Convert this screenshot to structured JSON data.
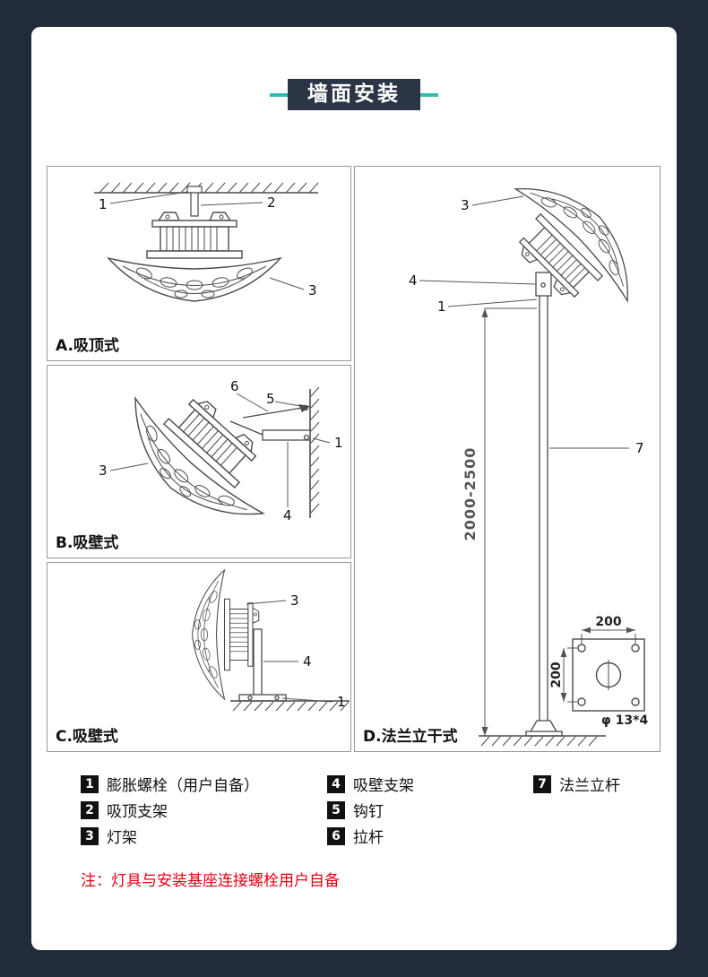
{
  "page": {
    "title": "墙面安装",
    "note": "注：灯具与安装基座连接螺栓用户自备"
  },
  "colors": {
    "background": "#212b3a",
    "card": "#ffffff",
    "title_badge": "#2b3545",
    "accent_teal": "#2fbfae",
    "note_red": "#e60012",
    "drawing_line": "#4a4a4a"
  },
  "panels": {
    "A": {
      "caption": "A.吸顶式",
      "callouts": {
        "c1": "1",
        "c2": "2",
        "c3": "3"
      }
    },
    "B": {
      "caption": "B.吸壁式",
      "callouts": {
        "c6": "6",
        "c5": "5",
        "c1": "1",
        "c3": "3",
        "c4": "4"
      }
    },
    "C": {
      "caption": "C.吸壁式",
      "callouts": {
        "c3": "3",
        "c4": "4",
        "c1": "1"
      }
    },
    "D": {
      "caption": "D.法兰立干式",
      "callouts": {
        "c3": "3",
        "c4": "4",
        "c1": "1",
        "c7": "7"
      },
      "dims": {
        "pole_height": "2000-2500",
        "base_width": "200",
        "base_depth": "200",
        "holes": "φ 13*4"
      }
    }
  },
  "legend": [
    {
      "num": "1",
      "label": "膨胀螺栓（用户自备）"
    },
    {
      "num": "2",
      "label": "吸顶支架"
    },
    {
      "num": "3",
      "label": "灯架"
    },
    {
      "num": "4",
      "label": "吸壁支架"
    },
    {
      "num": "5",
      "label": "钩钉"
    },
    {
      "num": "6",
      "label": "拉杆"
    },
    {
      "num": "7",
      "label": "法兰立杆"
    }
  ]
}
